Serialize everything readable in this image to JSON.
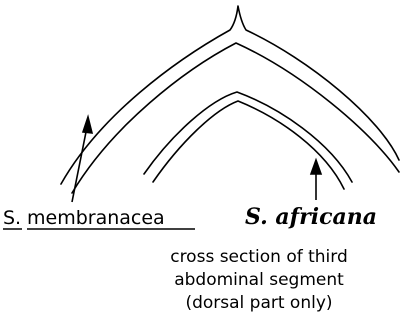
{
  "labels": {
    "left_genus": "S.",
    "left_species": "membranacea",
    "right_name": "S. africana",
    "caption": [
      "cross section of third",
      "abdominal segment",
      "(dorsal part only)"
    ]
  },
  "colors": {
    "ink": "#000000",
    "background": "#ffffff"
  }
}
